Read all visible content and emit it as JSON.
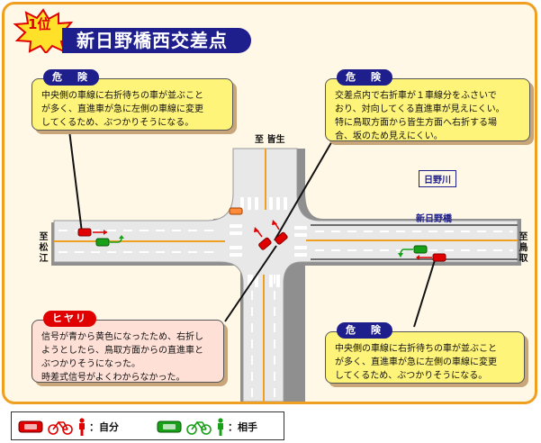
{
  "title": {
    "rank": "1位",
    "name": "新日野橋西交差点"
  },
  "places": {
    "north": "至 皆生",
    "west": "至松江",
    "east": "至鳥取",
    "river": "日野川",
    "bridge": "新日野橋"
  },
  "callouts": [
    {
      "label": "危　険",
      "text": "中央側の車線に右折待ちの車が並ぶこと\nが多く、直進車が急に左側の車線に変更\nしてくるため、ぶつかりそうになる。"
    },
    {
      "label": "危　険",
      "text": "交差点内で右折車が１車線分をふさいで\nおり、対向してくる直進車が見えにくい。\n特に鳥取方面から皆生方面へ右折する場\n合、坂のため見えにくい。"
    },
    {
      "label": "ヒヤリ",
      "text": "信号が青から黄色になったため、右折し\nようとしたら、鳥取方面からの直進車と\nぶつかりそうになった。\n時差式信号がよくわからなかった。"
    },
    {
      "label": "危　険",
      "text": "中央側の車線に右折待ちの車が並ぶこと\nが多く、直進車が急に左側の車線に変更\nしてくるため、ぶつかりそうになる。"
    }
  ],
  "legend": {
    "self": "：自分",
    "other": "：相手"
  },
  "colors": {
    "frame_border": "#f0a020",
    "frame_bg": "#fff8e6",
    "title_bar": "#1e1e8c",
    "callout_bg": "#fff47a",
    "hiyari_bg": "#ffe0d6",
    "self": "#e00000",
    "other": "#18a018",
    "center_line": "#f0a020"
  }
}
